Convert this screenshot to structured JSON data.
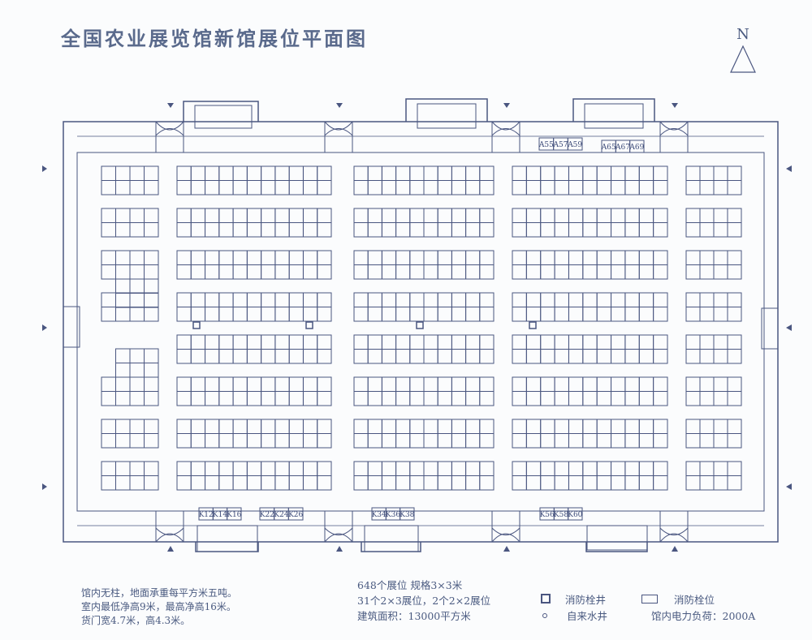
{
  "title": "全国农业展览馆新馆展位平面图",
  "north_label": "N",
  "colors": {
    "line": "#4a5680",
    "background": "#fbfcfd"
  },
  "booth_labels_top": [
    "A55",
    "A57",
    "A59",
    "A65",
    "A67",
    "A69"
  ],
  "booth_labels_bottom": [
    "K12",
    "K14",
    "K16",
    "K22",
    "K24",
    "K26",
    "K34",
    "K36",
    "K38",
    "K56",
    "K58",
    "K60"
  ],
  "notes_left": [
    "馆内无柱，地面承重每平方米五吨。",
    "室内最低净高9米，最高净高16米。",
    "货门宽4.7米，高4.3米。"
  ],
  "notes_center": [
    "648个展位 规格3×3米",
    "31个2×3展位，2个2×2展位",
    "建筑面积：13000平方米"
  ],
  "legend": {
    "hydrant_well": "消防栓井",
    "hydrant_position": "消防栓位",
    "water_well": "自来水井",
    "power_load": "馆内电力负荷：2000A"
  }
}
